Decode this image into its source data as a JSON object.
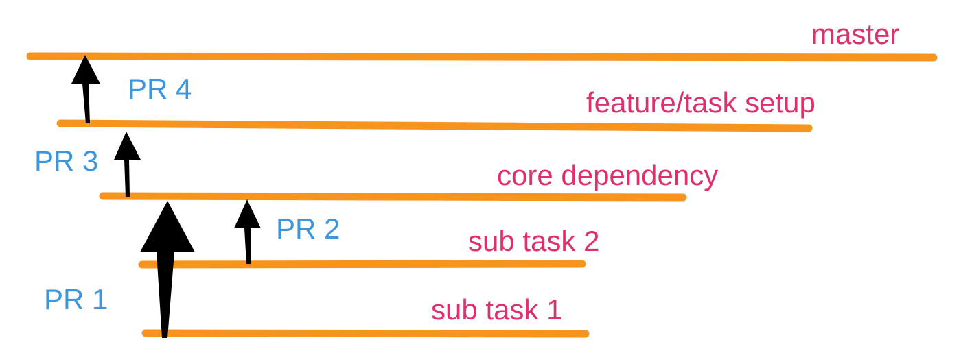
{
  "colors": {
    "branch_line": "#f7941d",
    "branch_text": "#e0306a",
    "pr_text": "#3a96e0",
    "arrow": "#000000"
  },
  "branches": {
    "master": "master",
    "feature_task_setup": "feature/task setup",
    "core_dependency": "core dependency",
    "sub_task_2": "sub task 2",
    "sub_task_1": "sub task 1"
  },
  "pull_requests": {
    "pr1": "PR 1",
    "pr2": "PR 2",
    "pr3": "PR 3",
    "pr4": "PR 4"
  }
}
